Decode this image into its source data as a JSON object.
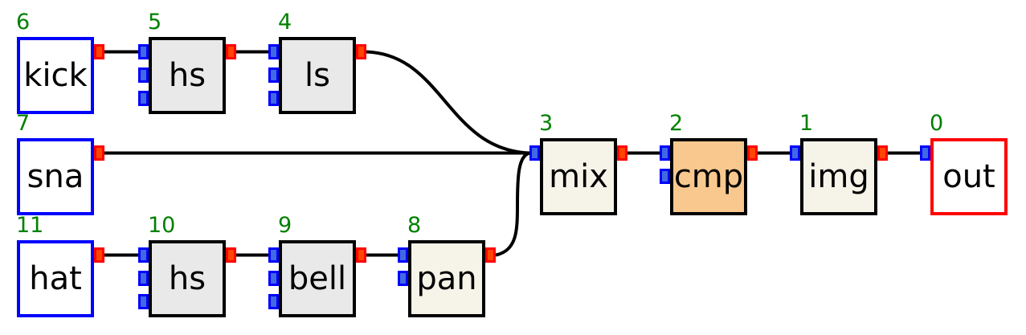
{
  "graph": {
    "nodes": {
      "out": {
        "id": "0",
        "label": "out",
        "type": "terminal-output",
        "inputs": 1,
        "outputs": 0
      },
      "img": {
        "id": "1",
        "label": "img",
        "type": "processor",
        "inputs": 1,
        "outputs": 1
      },
      "cmp": {
        "id": "2",
        "label": "cmp",
        "type": "processor-highlighted",
        "inputs": 2,
        "outputs": 1
      },
      "mix": {
        "id": "3",
        "label": "mix",
        "type": "processor",
        "inputs": 1,
        "outputs": 1
      },
      "ls": {
        "id": "4",
        "label": "ls",
        "type": "processor",
        "inputs": 3,
        "outputs": 1
      },
      "hs5": {
        "id": "5",
        "label": "hs",
        "type": "processor",
        "inputs": 3,
        "outputs": 1
      },
      "kick": {
        "id": "6",
        "label": "kick",
        "type": "source",
        "inputs": 0,
        "outputs": 1
      },
      "sna": {
        "id": "7",
        "label": "sna",
        "type": "source",
        "inputs": 0,
        "outputs": 1
      },
      "pan": {
        "id": "8",
        "label": "pan",
        "type": "processor",
        "inputs": 2,
        "outputs": 1
      },
      "bell": {
        "id": "9",
        "label": "bell",
        "type": "processor",
        "inputs": 3,
        "outputs": 1
      },
      "hs10": {
        "id": "10",
        "label": "hs",
        "type": "processor",
        "inputs": 3,
        "outputs": 1
      },
      "hat": {
        "id": "11",
        "label": "hat",
        "type": "source",
        "inputs": 0,
        "outputs": 1
      }
    },
    "connections": [
      {
        "from": "kick",
        "to": "hs5"
      },
      {
        "from": "hs5",
        "to": "ls"
      },
      {
        "from": "ls",
        "to": "mix"
      },
      {
        "from": "sna",
        "to": "mix"
      },
      {
        "from": "hat",
        "to": "hs10"
      },
      {
        "from": "hs10",
        "to": "bell"
      },
      {
        "from": "bell",
        "to": "pan"
      },
      {
        "from": "pan",
        "to": "mix"
      },
      {
        "from": "mix",
        "to": "cmp"
      },
      {
        "from": "cmp",
        "to": "img"
      },
      {
        "from": "img",
        "to": "out"
      }
    ],
    "colors": {
      "source_border": "#0000ff",
      "terminal_border": "#ff0000",
      "processor_border": "#000000",
      "processor_fill_gray": "#e9e9e9",
      "processor_fill_cream": "#f6f3e9",
      "highlight_fill_orange": "#f8c88e",
      "input_port_fill": "#4169e1",
      "input_port_border": "#0000ff",
      "output_port_fill": "#ff4500",
      "output_port_border": "#ff0000",
      "node_id_green": "#008000",
      "wire": "#000000",
      "background": "#ffffff"
    }
  }
}
